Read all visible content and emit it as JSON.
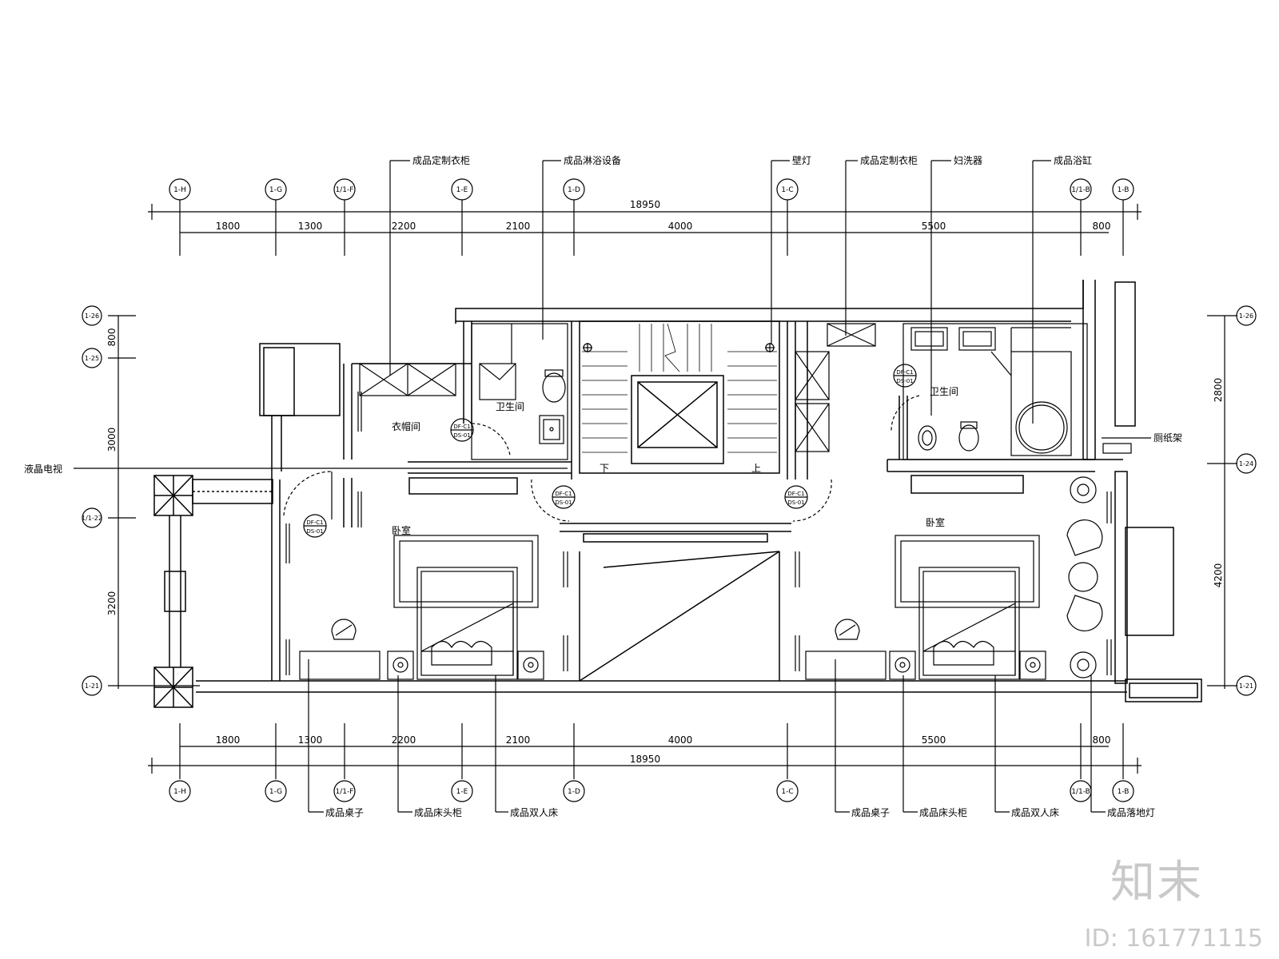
{
  "drawing": {
    "top_callouts": [
      "成品定制衣柜",
      "成品淋浴设备",
      "壁灯",
      "成品定制衣柜",
      "妇洗器",
      "成品浴缸"
    ],
    "bottom_callouts": [
      "成品桌子",
      "成品床头柜",
      "成品双人床",
      "成品桌子",
      "成品床头柜",
      "成品双人床",
      "成品落地灯"
    ],
    "side_callouts": {
      "left": "液晶电视",
      "right": "厕纸架"
    },
    "axes_horizontal": [
      "1-H",
      "1-G",
      "1/1-F",
      "1-E",
      "1-D",
      "1-C",
      "1/1-B",
      "1-B"
    ],
    "axes_vertical_left": [
      "1-26",
      "1-25",
      "1/1-22",
      "1-21"
    ],
    "axes_vertical_right": [
      "1-26",
      "1-24",
      "1-21"
    ],
    "dims_horizontal": [
      "1800",
      "1300",
      "2200",
      "2100",
      "4000",
      "5500",
      "800"
    ],
    "dim_total": "18950",
    "dims_left": [
      "800",
      "3000",
      "3200"
    ],
    "dims_right": [
      "2800",
      "4200"
    ],
    "rooms": {
      "closet": "衣帽间",
      "bath_left": "卫生间",
      "bath_right": "卫生间",
      "bedroom_left": "卧室",
      "bedroom_right": "卧室"
    },
    "stairs": {
      "down": "下",
      "up": "上"
    },
    "door_tags": [
      {
        "top": "DF-C1",
        "bottom": "DS-01"
      },
      {
        "top": "DF-C1",
        "bottom": "DS-01"
      },
      {
        "top": "DF-C1",
        "bottom": "DS-01"
      },
      {
        "top": "DF-C1",
        "bottom": "DS-01"
      },
      {
        "top": "DF-C1",
        "bottom": "DS-01"
      }
    ]
  },
  "watermark": {
    "logo": "知末",
    "id": "ID: 161771115"
  }
}
